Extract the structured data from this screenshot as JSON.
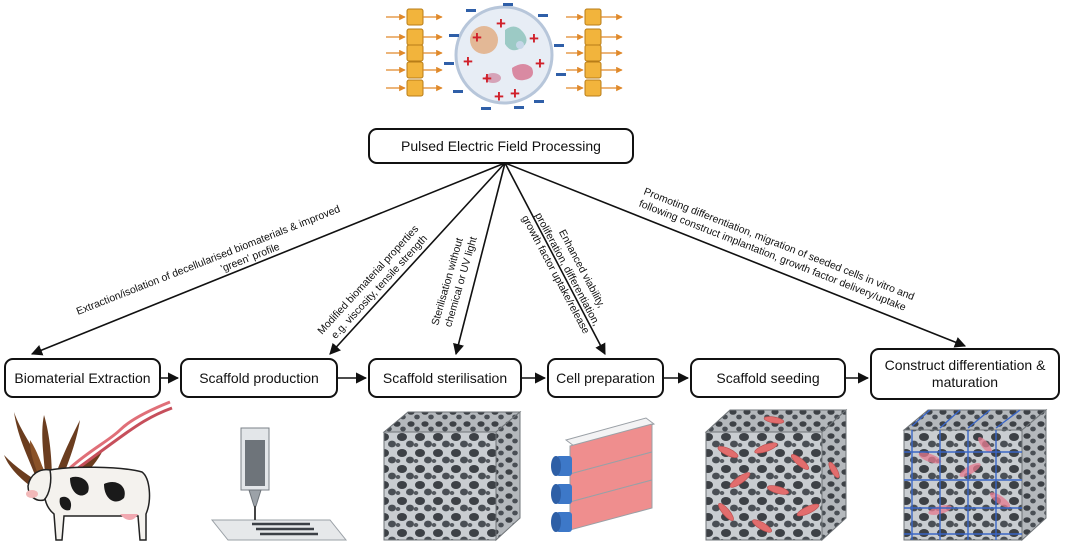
{
  "header": {
    "title": "Pulsed Electric Field Processing"
  },
  "stages": [
    {
      "label": "Biomaterial Extraction"
    },
    {
      "label": "Scaffold production"
    },
    {
      "label": "Scaffold sterilisation"
    },
    {
      "label": "Cell preparation"
    },
    {
      "label": "Scaffold seeding"
    },
    {
      "label": "Construct differentiation & maturation"
    }
  ],
  "annotations": [
    {
      "lines": [
        "Extraction/isolation of decellularised biomaterials & improved",
        "'green' profile"
      ]
    },
    {
      "lines": [
        "Modified biomaterial properties",
        "e.g. viscosity, tensile strength"
      ]
    },
    {
      "lines": [
        "Sterilisation without",
        "chemical or UV light"
      ]
    },
    {
      "lines": [
        "Enhanced viability,",
        "proliferation, differentiation,",
        "growth factor uptake/release"
      ]
    },
    {
      "lines": [
        "Promoting differentiation, migration of seeded cells in vitro and",
        "following construct implantation, growth factor delivery/uptake"
      ]
    }
  ],
  "colors": {
    "electrode": "#f2b43c",
    "field_arrow": "#e0892a",
    "positive_charge": "#d0202a",
    "negative_charge": "#2f5fa8",
    "scaffold": "#9ea3a8",
    "cells": "#e26d6d",
    "flask_cap": "#3d78c8",
    "mesh": "#3a66c6"
  },
  "icons": [
    "electrode-icon",
    "cell-icon",
    "cow-icon",
    "seaweed-icon",
    "collagen-strand-icon",
    "bioprinter-icon",
    "porous-scaffold-icon",
    "culture-flask-icon",
    "seeded-scaffold-icon",
    "mesh-scaffold-icon"
  ]
}
